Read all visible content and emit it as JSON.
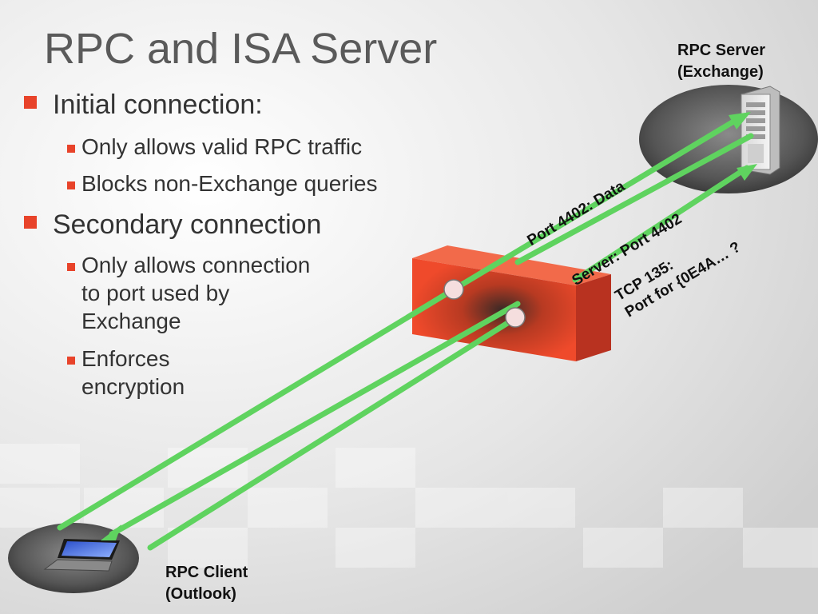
{
  "title": "RPC and ISA Server",
  "bullets": [
    {
      "text": "Initial connection:",
      "sub": [
        "Only allows valid RPC traffic",
        "Blocks non-Exchange queries"
      ]
    },
    {
      "text": "Secondary connection",
      "sub": [
        [
          "Only allows connection",
          "to port used by",
          "Exchange"
        ],
        [
          "Enforces",
          "encryption"
        ]
      ]
    }
  ],
  "nodes": {
    "server": {
      "line1": "RPC Server",
      "line2": "(Exchange)"
    },
    "client": {
      "line1": "RPC Client",
      "line2": "(Outlook)"
    }
  },
  "connections": {
    "data": "Port 4402: Data",
    "server_port": "Server: Port 4402",
    "tcp_line1": "TCP 135:",
    "tcp_line2": "Port for {0E4A… ?"
  },
  "colors": {
    "arrow": "#5fd35f",
    "firewall": "#e8452a",
    "bullet": "#e8432a",
    "title": "#5a5a5a"
  }
}
